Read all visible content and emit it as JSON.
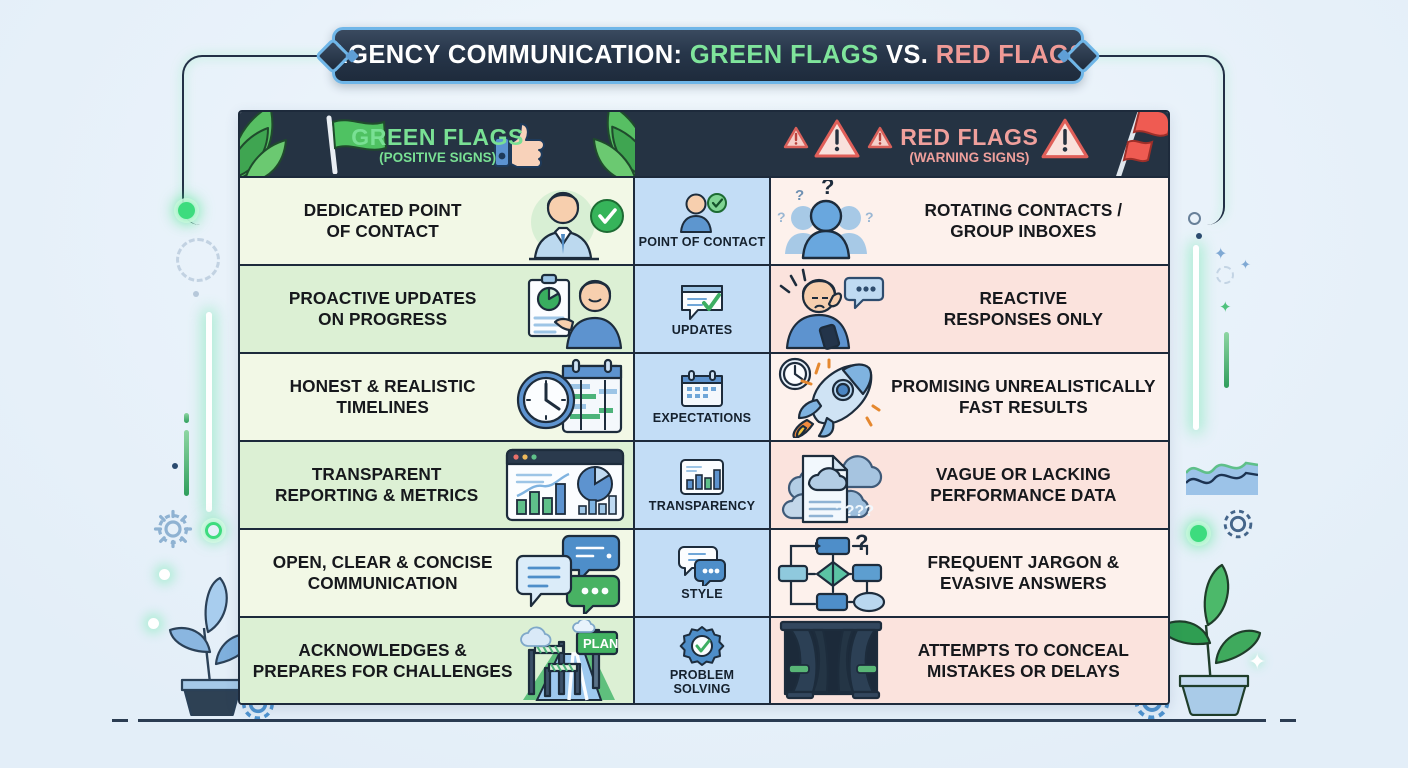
{
  "title": {
    "prefix": "AGENCY COMMUNICATION: ",
    "green": "GREEN FLAGS",
    "middle": " VS. ",
    "red": "RED FLAGS",
    "full": "AGENCY COMMUNICATION: GREEN FLAGS VS. RED FLAGS"
  },
  "headers": {
    "green": {
      "title": "GREEN FLAGS",
      "subtitle": "(POSITIVE SIGNS)",
      "color": "#79e094",
      "icons": [
        "green-flag-icon",
        "thumbs-up-icon",
        "leaf-icon"
      ]
    },
    "middle": {
      "title": "",
      "color": "#c3ddf6"
    },
    "red": {
      "title": "RED FLAGS",
      "subtitle": "(WARNING SIGNS)",
      "color": "#f0a09c",
      "icons": [
        "warning-triangle-icon",
        "red-flag-icon"
      ]
    }
  },
  "rows": [
    {
      "category": "POINT OF CONTACT",
      "category_icon": "person-check-icon",
      "green": {
        "line1": "DEDICATED POINT",
        "line2": "OF CONTACT",
        "icon": "person-with-check-icon"
      },
      "red": {
        "line1": "ROTATING CONTACTS /",
        "line2": "GROUP INBOXES",
        "icon": "confused-people-group-icon"
      }
    },
    {
      "category": "UPDATES",
      "category_icon": "checklist-bubble-icon",
      "green": {
        "line1": "PROACTIVE UPDATES",
        "line2": "ON PROGRESS",
        "icon": "person-with-report-icon"
      },
      "red": {
        "line1": "REACTIVE",
        "line2": "RESPONSES ONLY",
        "icon": "stressed-person-phone-icon"
      }
    },
    {
      "category": "EXPECTATIONS",
      "category_icon": "calendar-icon",
      "green": {
        "line1": "HONEST & REALISTIC",
        "line2": "TIMELINES",
        "icon": "clock-and-calendar-icon"
      },
      "red": {
        "line1": "PROMISING UNREALISTICALLY",
        "line2": "FAST RESULTS",
        "icon": "rocket-clock-icon"
      }
    },
    {
      "category": "TRANSPARENCY",
      "category_icon": "bar-chart-icon",
      "green": {
        "line1": "TRANSPARENT",
        "line2": "REPORTING & METRICS",
        "icon": "dashboard-charts-icon"
      },
      "red": {
        "line1": "VAGUE OR LACKING",
        "line2": "PERFORMANCE DATA",
        "icon": "document-clouds-question-icon"
      }
    },
    {
      "category": "STYLE",
      "category_icon": "speech-bubbles-icon",
      "green": {
        "line1": "OPEN, CLEAR & CONCISE",
        "line2": "COMMUNICATION",
        "icon": "three-chat-bubbles-icon"
      },
      "red": {
        "line1": "FREQUENT JARGON &",
        "line2": "EVASIVE ANSWERS",
        "icon": "confusing-flowchart-icon"
      }
    },
    {
      "category_line1": "PROBLEM",
      "category_line2": "SOLVING",
      "category": "PROBLEM SOLVING",
      "category_icon": "gear-check-icon",
      "green": {
        "line1": "ACKNOWLEDGES &",
        "line2": "PREPARES FOR CHALLENGES",
        "icon": "hurdles-plan-road-icon",
        "badge": "PLAN"
      },
      "red": {
        "line1": "ATTEMPTS TO CONCEAL",
        "line2": "MISTAKES OR DELAYS",
        "icon": "closed-curtain-icon"
      }
    }
  ],
  "decorations": {
    "left": [
      "glow-dot-icon",
      "dashed-arc-icon",
      "vertical-bar-icon",
      "gear-icon",
      "plant-pot-icon",
      "glow-ring-icon"
    ],
    "right": [
      "ring-icon",
      "sparkle-icon",
      "vertical-bar-icon",
      "area-chart-icon",
      "gear-icon",
      "green-dot-icon",
      "plant-pot-icon"
    ]
  },
  "colors": {
    "green_accent": "#79e094",
    "red_accent": "#f0a09c",
    "header_bg": "#253343",
    "mid_column_bg": "#c3ddf6",
    "green_row_light": "#f2f8e6",
    "green_row_dark": "#dcf0d4",
    "red_row_light": "#fdf1ec",
    "red_row_dark": "#fbe3dd",
    "background": "#e9f2fa"
  }
}
